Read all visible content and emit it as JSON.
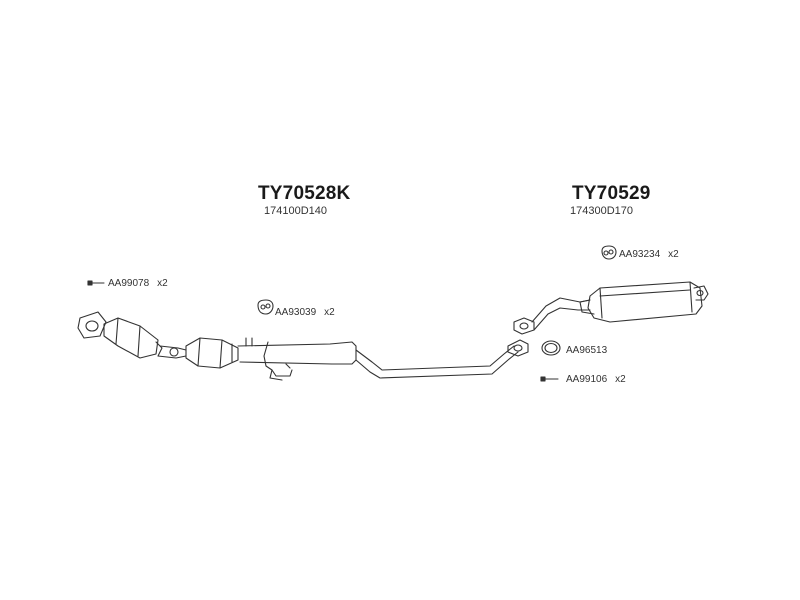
{
  "assemblies": [
    {
      "part_number": "TY70528K",
      "oem_number": "174100D140"
    },
    {
      "part_number": "TY70529",
      "oem_number": "174300D170"
    }
  ],
  "callouts": [
    {
      "code": "AA99078",
      "qty": "x2",
      "icon": "bolt-icon"
    },
    {
      "code": "AA93039",
      "qty": "x2",
      "icon": "hanger-rubber-icon"
    },
    {
      "code": "AA93234",
      "qty": "x2",
      "icon": "hanger-rubber-icon"
    },
    {
      "code": "AA96513",
      "qty": "",
      "icon": "gasket-ring-icon"
    },
    {
      "code": "AA99106",
      "qty": "x2",
      "icon": "bolt-icon"
    }
  ],
  "colors": {
    "line": "#333333",
    "text": "#1a1a1a"
  }
}
